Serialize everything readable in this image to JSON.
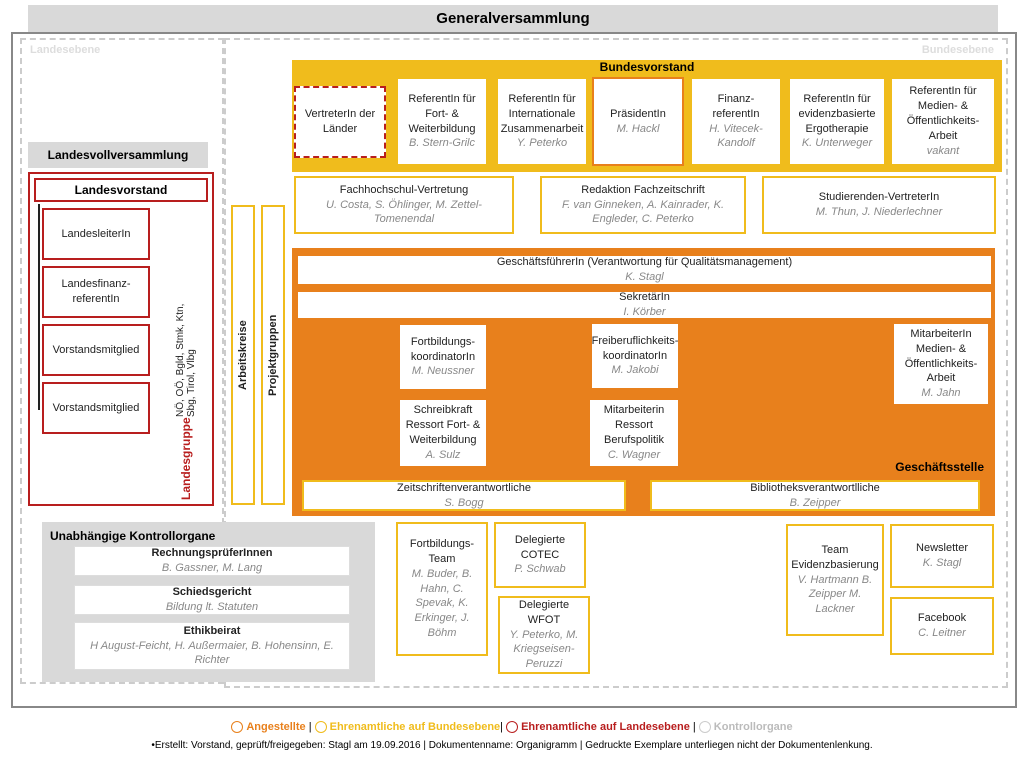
{
  "title": "Generalversammlung",
  "left_region": "Landesebene",
  "right_region": "Bundesebene",
  "landesvollversammlung": "Landesvollversammlung",
  "landesvorstand": "Landesvorstand",
  "landes_members": [
    "LandesleiterIn",
    "Landesfinanz-referentIn",
    "Vorstandsmitglied",
    "Vorstandsmitglied"
  ],
  "landesgruppe": "Landesgruppe",
  "landesgruppe_list": "NÖ, OÖ, Bgld, Stmk, Ktn, Sbg, Tirol, Vlbg",
  "arbeitskreise": "Arbeitskreise",
  "projektgruppen": "Projektgruppen",
  "bundesvorstand": "Bundesvorstand",
  "vertreter": "VertreterIn der Länder",
  "bv_members": [
    {
      "role": "ReferentIn für Fort- & Weiterbildung",
      "name": "B. Stern-Grilc"
    },
    {
      "role": "ReferentIn für Internationale Zusammenarbeit",
      "name": "Y. Peterko"
    },
    {
      "role": "PräsidentIn",
      "name": "M. Hackl"
    },
    {
      "role": "Finanz-referentIn",
      "name": "H. Vitecek-Kandolf"
    },
    {
      "role": "ReferentIn für evidenzbasierte Ergotherapie",
      "name": "K. Unterweger"
    },
    {
      "role": "ReferentIn für Medien- & Öffentlichkeits-Arbeit",
      "name": "vakant"
    }
  ],
  "row2": [
    {
      "role": "Fachhochschul-Vertretung",
      "name": "U. Costa, S. Öhlinger, M. Zettel-Tomenendal"
    },
    {
      "role": "Redaktion Fachzeitschrift",
      "name": "F. van Ginneken, A. Kainrader, K. Engleder, C. Peterko"
    },
    {
      "role": "Studierenden-VertreterIn",
      "name": "M. Thun, J. Niederlechner"
    }
  ],
  "gf": {
    "role": "GeschäftsführerIn (Verantwortung für Qualitätsmanagement)",
    "name": "K. Stagl"
  },
  "sek": {
    "role": "SekretärIn",
    "name": "I. Körber"
  },
  "gs_boxes": [
    {
      "role": "Fortbildungs-koordinatorIn",
      "name": "M. Neussner"
    },
    {
      "role": "Freiberuflichkeits-koordinatorIn",
      "name": "M. Jakobi"
    },
    {
      "role": "MitarbeiterIn Medien- & Öffentlichkeits-Arbeit",
      "name": "M. Jahn"
    },
    {
      "role": "Schreibkraft Ressort Fort- & Weiterbildung",
      "name": "A. Sulz"
    },
    {
      "role": "Mitarbeiterin Ressort Berufspolitik",
      "name": "C. Wagner"
    }
  ],
  "geschaeftsstelle": "Geschäftsstelle",
  "zeitschrift": {
    "role": "Zeitschriftenverantwortliche",
    "name": "S. Bogg"
  },
  "bibliothek": {
    "role": "Bibliotheksverantwortlliche",
    "name": "B. Zeipper"
  },
  "kontroll": "Unabhängige Kontrollorgane",
  "kontroll_boxes": [
    {
      "role": "RechnungsprüferInnen",
      "name": "B. Gassner, M. Lang"
    },
    {
      "role": "Schiedsgericht",
      "name": "Bildung lt. Statuten"
    },
    {
      "role": "Ethikbeirat",
      "name": "H August-Feicht, H. Außermaier, B. Hohensinn, E. Richter"
    }
  ],
  "bottom_boxes": [
    {
      "role": "Fortbildungs-Team",
      "name": "M. Buder, B. Hahn, C. Spevak, K. Erkinger, J. Böhm"
    },
    {
      "role": "Delegierte COTEC",
      "name": "P. Schwab"
    },
    {
      "role": "Delegierte WFOT",
      "name": "Y. Peterko, M. Kriegseisen-Peruzzi"
    },
    {
      "role": "Team Evidenzbasierung",
      "name": "V. Hartmann B. Zeipper M. Lackner"
    },
    {
      "role": "Newsletter",
      "name": "K. Stagl"
    },
    {
      "role": "Facebook",
      "name": "C. Leitner"
    }
  ],
  "legend": {
    "a": "Angestellte",
    "b": "Ehrenamtliche auf Bundesebene",
    "c": "Ehrenamtliche auf Landesebene",
    "d": "Kontrollorgane"
  },
  "footer": "•Erstellt: Vorstand, geprüft/freigegeben: Stagl am 19.09.2016 | Dokumentenname: Organigramm | Gedruckte Exemplare unterliegen nicht der Dokumentenlenkung.",
  "colors": {
    "orange": "#e8801c",
    "yellow": "#f0bc1c",
    "red": "#b81e1e",
    "grey": "#999999"
  }
}
